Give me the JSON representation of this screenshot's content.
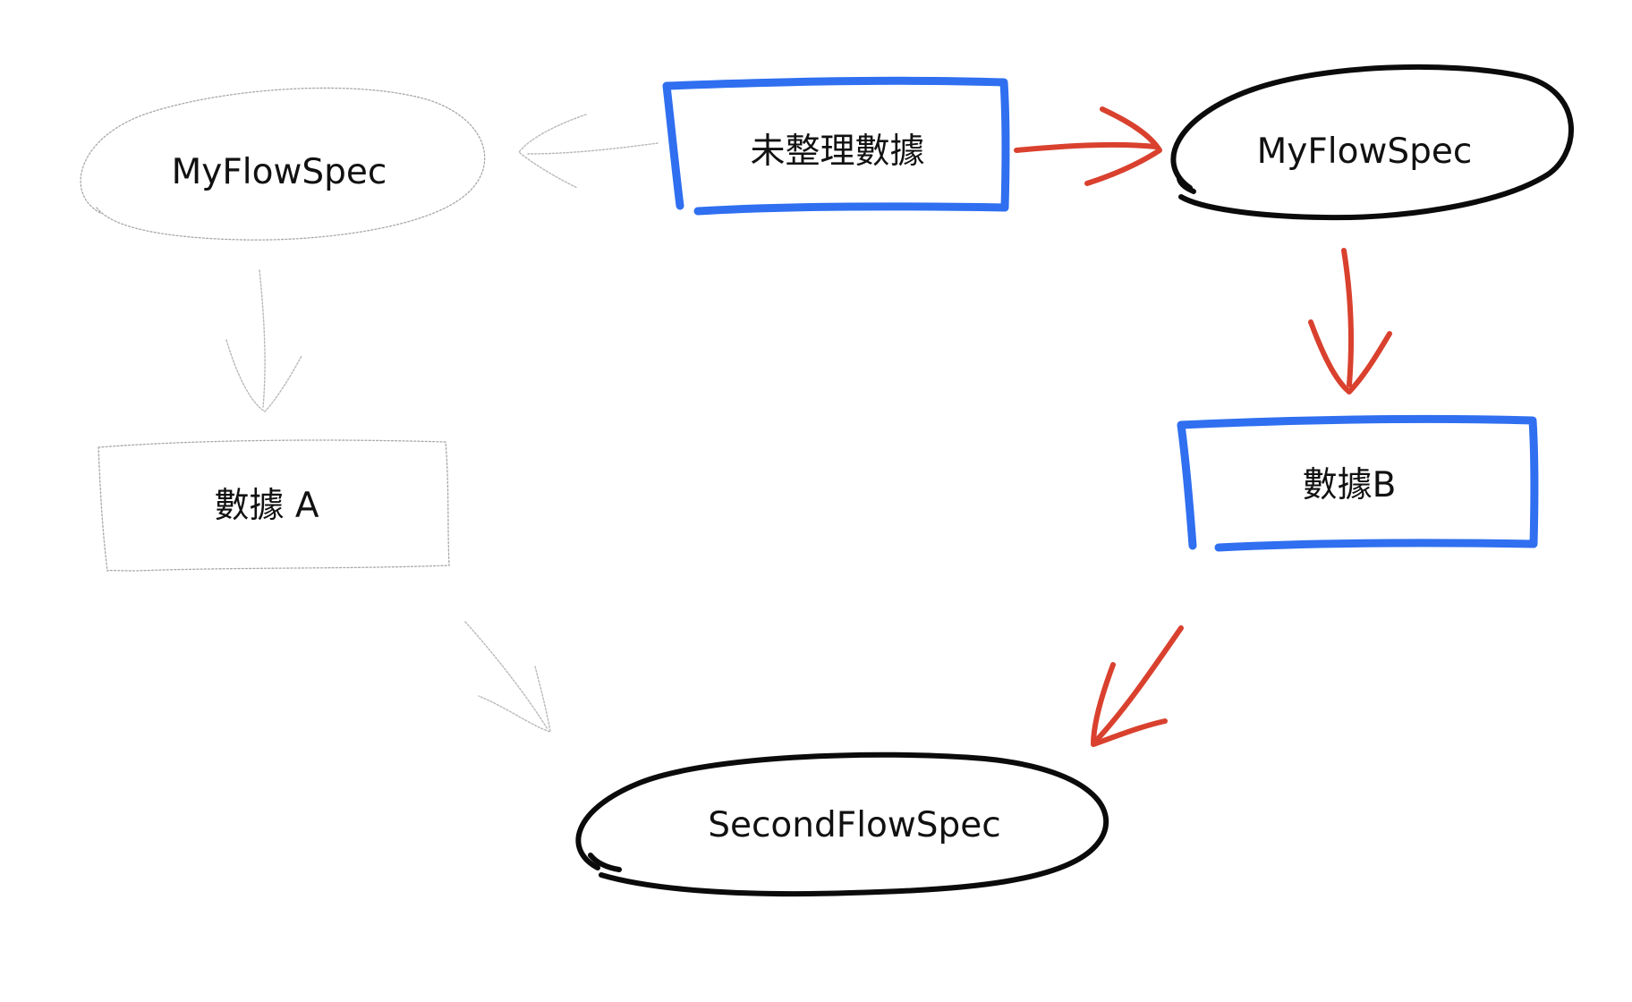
{
  "nodes": {
    "faded_flowspec": "MyFlowSpec",
    "faded_data_a": "數據 A",
    "raw_data": "未整理數據",
    "flowspec": "MyFlowSpec",
    "data_b": "數據B",
    "second_flowspec": "SecondFlowSpec"
  },
  "colors": {
    "box_stroke": "#2f6ff0",
    "ellipse_stroke": "#0b0b0b",
    "arrow_active": "#d9412e",
    "faded": "#a8a8a8",
    "text": "#111111"
  }
}
